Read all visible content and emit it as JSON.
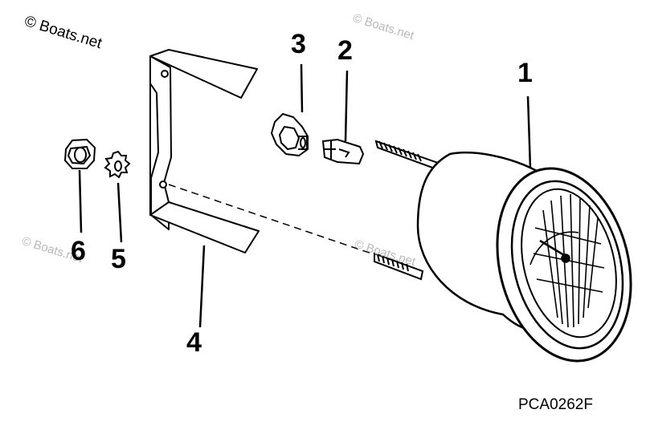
{
  "watermark": {
    "main": "© Boats.net",
    "faint": [
      "© Boats.net",
      "© Boats.net",
      "© Boats.net"
    ]
  },
  "callouts": [
    "1",
    "2",
    "3",
    "4",
    "5",
    "6"
  ],
  "figure_code": "PCA0262F",
  "icons": [
    "gauge-icon",
    "bulb-icon",
    "bulb-socket-icon",
    "bracket-icon",
    "lock-washer-icon",
    "nut-icon"
  ]
}
